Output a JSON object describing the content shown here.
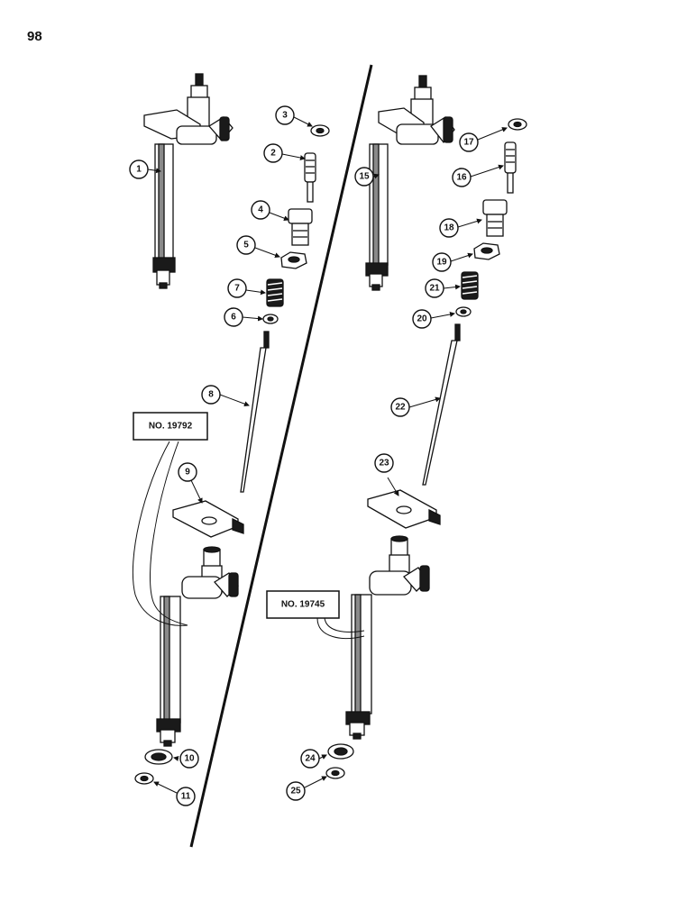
{
  "page": {
    "number": "98"
  },
  "labels": {
    "left_assembly": "NO. 19792",
    "right_assembly": "NO. 19745"
  },
  "callouts": [
    "1",
    "2",
    "3",
    "4",
    "5",
    "6",
    "7",
    "8",
    "9",
    "10",
    "11",
    "15",
    "16",
    "17",
    "18",
    "19",
    "20",
    "21",
    "22",
    "23",
    "24",
    "25"
  ],
  "icons": [
    "injector-nozzle",
    "nozzle-holder-cap",
    "spring-assembly",
    "spindle-rod",
    "clamp-plate",
    "washer"
  ]
}
